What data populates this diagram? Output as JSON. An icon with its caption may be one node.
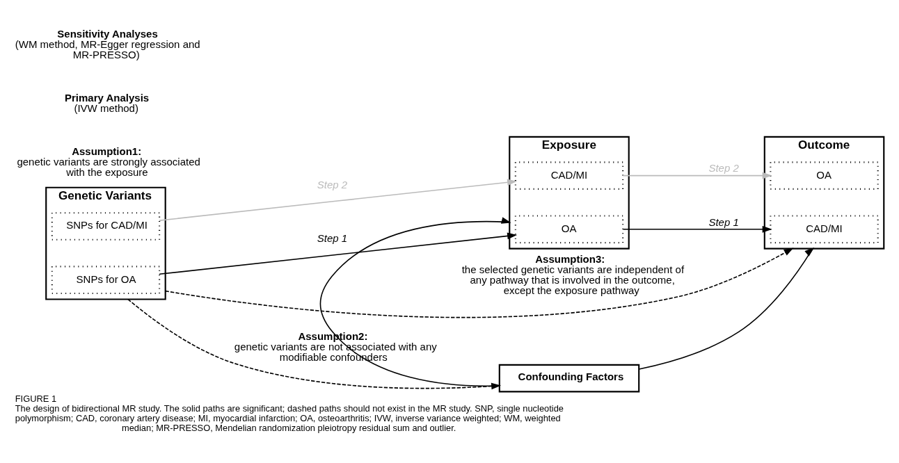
{
  "diagram": {
    "title": "FIGURE 1",
    "caption": "The design of bidirectional MR study. The solid paths are significant; dashed paths should not exist in the MR study. SNP, single nucleotide polymorphism; CAD, coronary artery disease; MI, myocardial infarction; OA, osteoarthritis; IVW, inverse variance weighted; WM, weighted median; MR-PRESSO, Mendelian randomization pleiotropy residual sum and outlier.",
    "nodes": [
      {
        "text": [
          "Genetic Variants"
        ]
      },
      {
        "text": [
          "SNPs for OA"
        ],
        "in": 0
      },
      {
        "text": [
          "SNPs for CAD/MI"
        ],
        "in": 0
      },
      {
        "text": [
          "Exposure"
        ]
      },
      {
        "text": [
          "OA"
        ],
        "in": 3
      },
      {
        "text": [
          "CAD/MI"
        ],
        "in": 3
      },
      {
        "text": [
          "Outcome"
        ]
      },
      {
        "text": [
          "CAD/MI"
        ],
        "in": 6
      },
      {
        "text": [
          "OA"
        ],
        "in": 6
      },
      {
        "text": [
          "Confounding Factors"
        ]
      }
    ],
    "edges": [
      {
        "from": 1,
        "to": 4,
        "arrow": "to",
        "label": "Step 1"
      },
      {
        "from": 2,
        "to": 5,
        "arrow": "to",
        "label": "Step 2",
        "color": "#bbbbbb"
      },
      {
        "from": 4,
        "to": 7,
        "arrow": "to",
        "label": "Step 1"
      },
      {
        "from": 5,
        "to": 8,
        "arrow": "to",
        "label": "Step 2",
        "color": "#bbbbbb"
      },
      {
        "from": 0,
        "to": 6,
        "arrow": "to",
        "style": "dashed",
        "label": "**Assumption3:**the selected genetic variants are independent of any pathway that is involved in the outcome, except the exposure pathway"
      },
      {
        "from": 0,
        "to": 9,
        "arrow": "to",
        "style": "dashed",
        "label": "**Assumption2:**genetic variants are not associated with any modifiable confounders"
      },
      {
        "from": 9,
        "to": 3,
        "arrow": "to"
      },
      {
        "from": 9,
        "to": 6,
        "arrow": "to"
      }
    ],
    "labels": [
      "**Assumption1:**genetic variants are strongly associated with the exposure",
      "**Primary Analysis** (IVW method)",
      "**Sensitivity Analyses** (WM method, MR-Egger regression and MR-PRESSO)"
    ]
  }
}
